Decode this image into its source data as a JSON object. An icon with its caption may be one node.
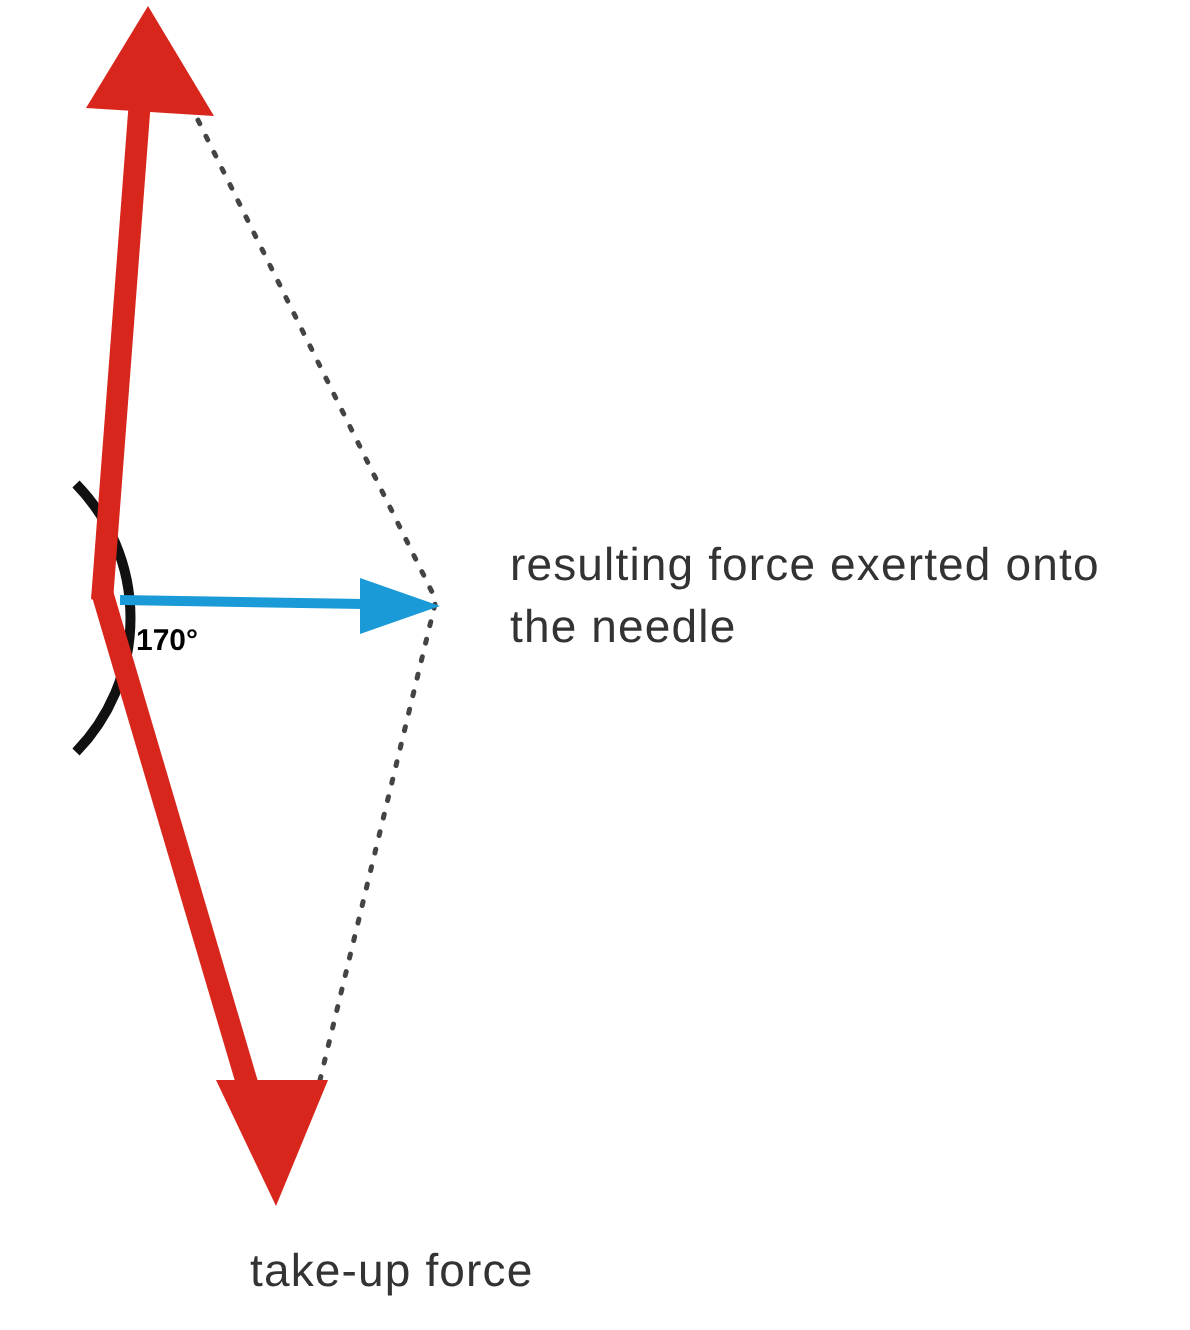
{
  "diagram": {
    "labels": [
      "170°",
      "resulting force exerted onto the needle",
      "take-up force"
    ]
  }
}
